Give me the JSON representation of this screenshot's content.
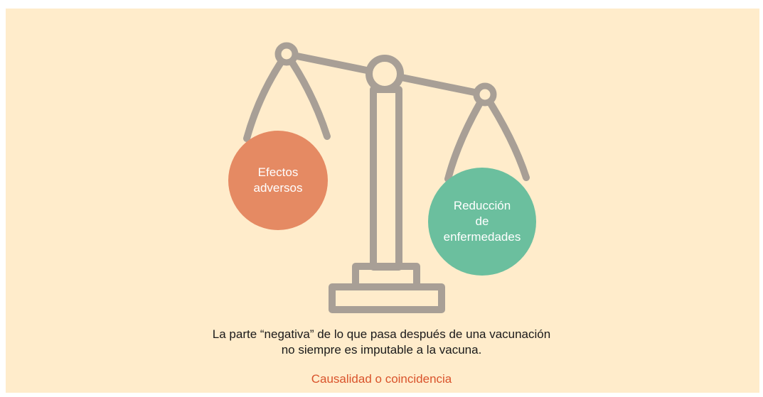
{
  "colors": {
    "background": "#ffeccb",
    "scale_stroke": "#a89f96",
    "left_pan": "#e58a63",
    "right_pan": "#6bbf9e",
    "accent_text": "#d9532b"
  },
  "left_pan": {
    "line1": "Efectos",
    "line2": "adversos"
  },
  "right_pan": {
    "line1": "Reducción",
    "line2": "de",
    "line3": "enfermedades"
  },
  "caption": {
    "line1": "La parte “negativa” de lo que pasa después de una vacunación",
    "line2": "no siempre es imputable a la vacuna."
  },
  "subtitle": "Causalidad o coincidencia"
}
